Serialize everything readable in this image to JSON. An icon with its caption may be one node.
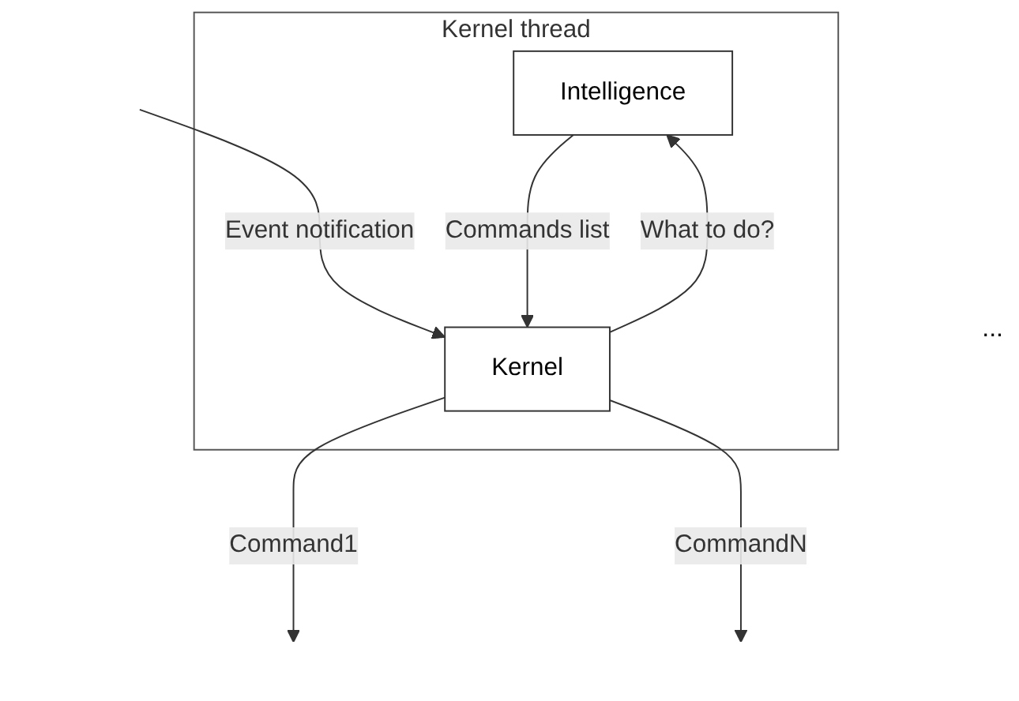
{
  "diagram": {
    "nodes": [
      {
        "text": [
          "Kernel thread"
        ]
      },
      {
        "text": [
          "Intelligence"
        ],
        "in": 0
      },
      {
        "text": [
          "Kernel"
        ],
        "in": 0
      }
    ],
    "edges": [
      {
        "from": null,
        "to": 2,
        "arrow": "to",
        "label": "Event notification"
      },
      {
        "from": 2,
        "to": 1,
        "arrow": "to",
        "label": "What to do?"
      },
      {
        "from": 1,
        "to": 2,
        "arrow": "to",
        "label": "Commands list"
      },
      {
        "from": 2,
        "to": null,
        "arrow": "to",
        "label": "Command1"
      },
      {
        "from": 2,
        "to": null,
        "arrow": "to",
        "label": "CommandN"
      }
    ],
    "labels": [
      "..."
    ]
  }
}
